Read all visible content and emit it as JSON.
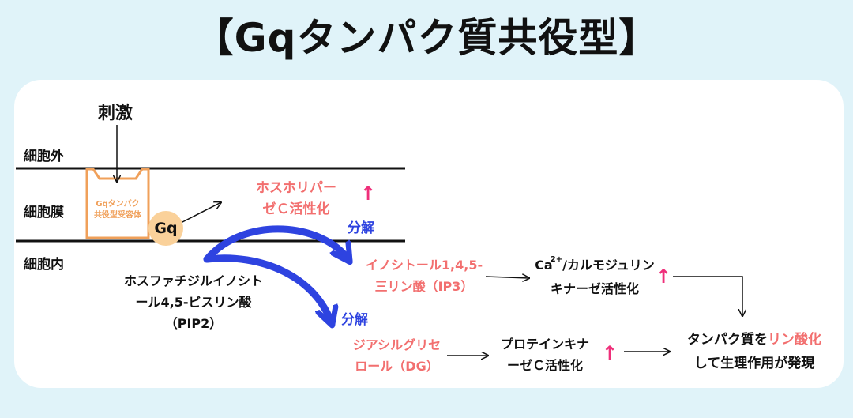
{
  "title": "【Gqタンパク質共役型】",
  "stimulus": "刺激",
  "regions": {
    "outside": "細胞外",
    "membrane": "細胞膜",
    "inside": "細胞内"
  },
  "receptor": {
    "line1": "Gqタンパク",
    "line2": "共役型受容体"
  },
  "gq": "Gq",
  "plc": {
    "line1": "ホスホリパー",
    "line2": "ゼＣ活性化"
  },
  "decompose_1": "分解",
  "decompose_2": "分解",
  "pip2": {
    "line1": "ホスファチジルイノシト",
    "line2": "ール4,5-ビスリン酸",
    "line3": "（PIP2）"
  },
  "ip3": {
    "line1": "イノシトール1,4,5-",
    "line2": "三リン酸（IP3）"
  },
  "camk": {
    "ca": "Ca",
    "sup": "2+",
    "line1_rest": "/カルモジュリン",
    "line2": "キナーゼ活性化"
  },
  "dg": {
    "line1": "ジアシルグリセ",
    "line2": "ロール（DG）"
  },
  "pkc": {
    "line1": "プロテインキナ",
    "line2": "ーゼＣ活性化"
  },
  "result": {
    "prefix": "タンパク質を",
    "highlight": "リン酸化",
    "line2": "して生理作用が発現"
  },
  "up_arrow": "↑",
  "colors": {
    "background": "#e0f3f9",
    "panel": "#ffffff",
    "highlight_text": "#f26f6f",
    "up_arrow": "#ef2f7a",
    "big_arrow": "#2e43e0",
    "receptor": "#f0a05a",
    "gq_circle": "#fad19a"
  }
}
